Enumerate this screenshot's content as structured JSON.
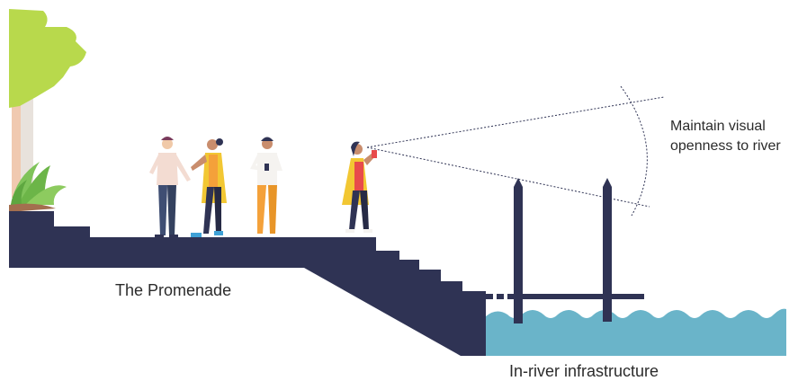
{
  "labels": {
    "promenade": "The Promenade",
    "infrastructure": "In-river infrastructure",
    "openness_line1": "Maintain visual",
    "openness_line2": "openness to river"
  },
  "colors": {
    "structure": "#2f3354",
    "water": "#6ab4c9",
    "foliage": "#b8d94c",
    "palm": "#7fc35a",
    "accent_yellow": "#f2c733",
    "accent_orange": "#f4a13a",
    "accent_red": "#e84b4b"
  },
  "icons": {
    "tree": "tree-icon",
    "plant": "plant-icon",
    "people": "person-icon"
  }
}
